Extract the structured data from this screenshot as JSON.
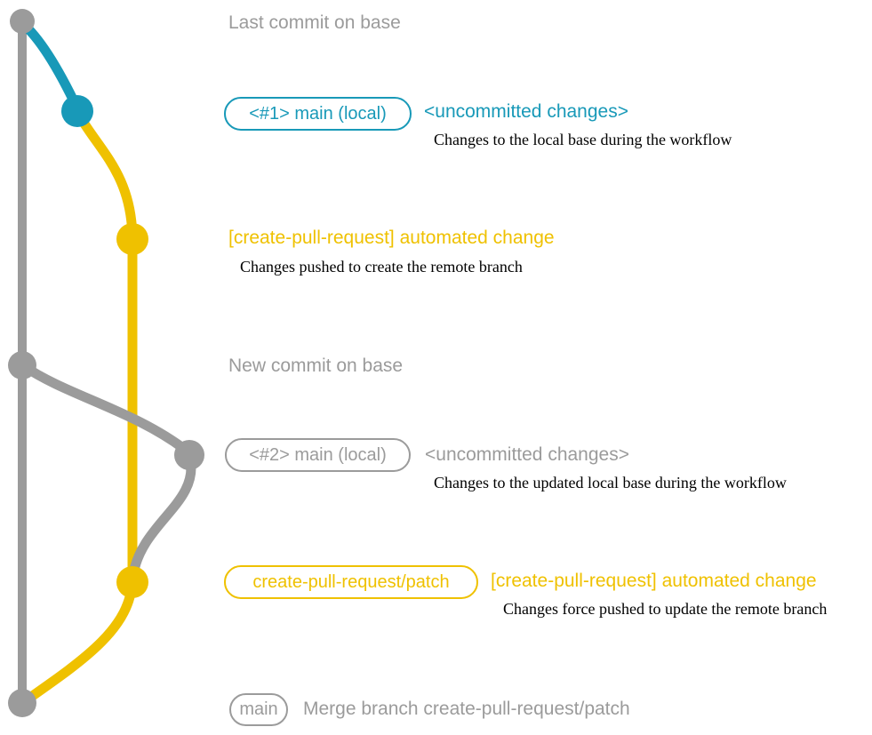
{
  "colors": {
    "base_gray": "#9b9b9b",
    "main_teal": "#1899b8",
    "patch_yellow": "#efc100",
    "desc_black": "#000000",
    "bg": "#ffffff"
  },
  "graph": {
    "branches": [
      {
        "name": "base",
        "color": "gray"
      },
      {
        "name": "main-local",
        "color": "teal-then-gray"
      },
      {
        "name": "create-pull-request/patch",
        "color": "yellow"
      }
    ],
    "commit_dots": [
      {
        "name": "last-commit-on-base",
        "color": "gray"
      },
      {
        "name": "uncommitted-changes-1",
        "color": "teal"
      },
      {
        "name": "automated-change-1",
        "color": "yellow"
      },
      {
        "name": "new-commit-on-base",
        "color": "gray"
      },
      {
        "name": "uncommitted-changes-2",
        "color": "gray"
      },
      {
        "name": "automated-change-2",
        "color": "yellow"
      },
      {
        "name": "merge-commit",
        "color": "gray"
      }
    ]
  },
  "annotations": {
    "last_commit_title": "Last commit on base",
    "row1": {
      "branch_label": "<#1> main (local)",
      "heading": "<uncommitted changes>",
      "description": "Changes to the local base during the workflow"
    },
    "row2": {
      "heading": "[create-pull-request] automated change",
      "description": "Changes pushed to create the remote branch"
    },
    "new_commit_title": "New commit on base",
    "row3": {
      "branch_label": "<#2> main (local)",
      "heading": "<uncommitted changes>",
      "description": "Changes to the updated local base during the workflow"
    },
    "row4": {
      "branch_label": "create-pull-request/patch",
      "heading": "[create-pull-request] automated change",
      "description": "Changes force pushed to update the remote branch"
    },
    "merge": {
      "branch_label": "main",
      "title": "Merge branch create-pull-request/patch"
    }
  }
}
